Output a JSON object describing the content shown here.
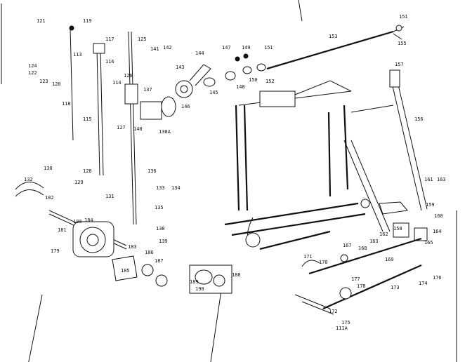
{
  "diagram": {
    "labels": [
      "151",
      "155",
      "153",
      "152",
      "151",
      "150",
      "145",
      "148",
      "149",
      "147",
      "146",
      "144",
      "143",
      "142",
      "141",
      "119",
      "118",
      "117",
      "116",
      "115",
      "114",
      "113",
      "120",
      "121",
      "122",
      "123",
      "124",
      "125",
      "126",
      "127",
      "128",
      "129",
      "130",
      "131",
      "132",
      "133",
      "134",
      "135",
      "136",
      "137",
      "138",
      "139",
      "140",
      "138A",
      "157",
      "156",
      "161",
      "163",
      "159",
      "160",
      "158",
      "164",
      "165",
      "162",
      "163",
      "167",
      "168",
      "169",
      "170",
      "171",
      "172",
      "173",
      "174",
      "175",
      "176",
      "177",
      "178",
      "179",
      "180",
      "181",
      "182",
      "183",
      "184",
      "185",
      "186",
      "187",
      "188",
      "189",
      "190",
      "111A"
    ]
  }
}
